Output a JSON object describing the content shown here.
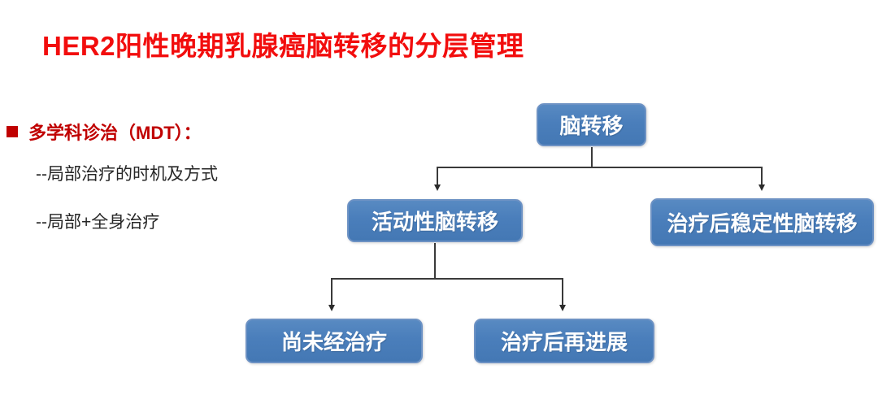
{
  "page": {
    "title": "HER2阳性晚期乳腺癌脑转移的分层管理"
  },
  "mdt_section": {
    "heading": "多学科诊治（MDT）：",
    "items": [
      {
        "label": "--局部治疗的时机及方式"
      },
      {
        "label": "--局部+全身治疗"
      }
    ]
  },
  "flowchart": {
    "nodes": {
      "root": "脑转移",
      "active": "活动性脑转移",
      "stable": "治疗后稳定性脑转移",
      "untreated": "尚未经治疗",
      "progressed": "治疗后再进展"
    },
    "structure": {
      "root_children": [
        "active",
        "stable"
      ],
      "active_children": [
        "untreated",
        "progressed"
      ]
    }
  },
  "colors": {
    "title_red": "#f20d0d",
    "heading_red": "#c00000",
    "node_fill": "#4a7ebb",
    "node_border": "#6d92c4",
    "node_text": "#ffffff",
    "connector": "#3a3a3a",
    "subitem_text": "#262626"
  }
}
